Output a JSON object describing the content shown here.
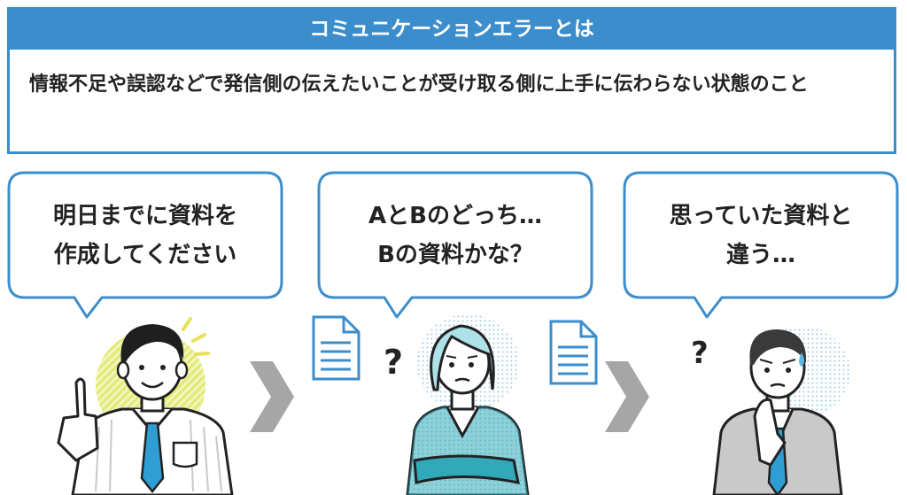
{
  "header": {
    "title": "コミュニケーションエラーとは",
    "definition": "情報不足や誤認などで発信側の伝えたいことが受け取る側に上手に伝わらない状態のこと"
  },
  "bubbles": [
    {
      "line1": "明日までに資料を",
      "line2": "作成してください"
    },
    {
      "line1": "AとBのどっち…",
      "line2": "Bの資料かな？"
    },
    {
      "line1": "思っていた資料と",
      "line2": "違う…"
    }
  ],
  "icons": {
    "arrow": "chevron-right-icon",
    "document": "document-icon",
    "question": "question-mark-icon"
  },
  "colors": {
    "accent": "#3c8dcc",
    "arrow": "#a6a6a6",
    "tie": "#2f9fd3",
    "teal": "#31a9b8",
    "highlight": "#e6ec7a"
  }
}
